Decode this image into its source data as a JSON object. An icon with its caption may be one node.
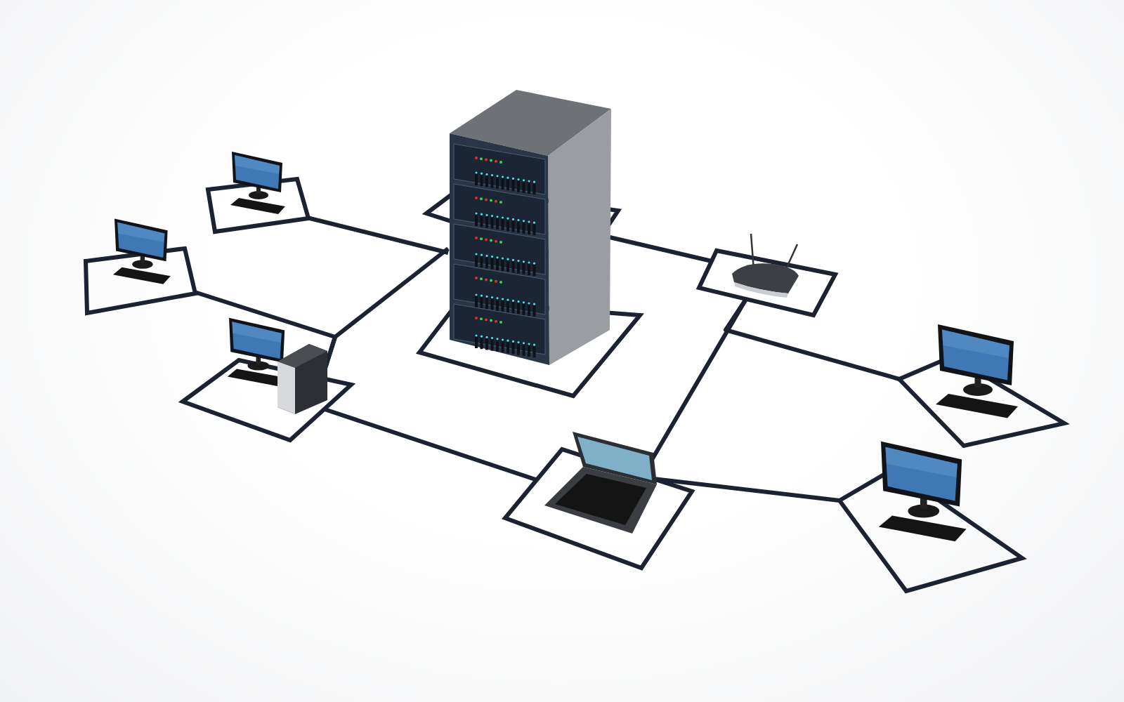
{
  "diagram": {
    "nodes": [
      {
        "text": [],
        "shape": "picture"
      },
      {
        "text": [],
        "shape": "picture"
      },
      {
        "text": [],
        "shape": "picture"
      },
      {
        "text": [],
        "shape": "picture"
      },
      {
        "text": [],
        "shape": "picture"
      },
      {
        "text": [],
        "shape": "picture"
      },
      {
        "text": [],
        "shape": "picture"
      },
      {
        "text": [],
        "shape": "picture"
      }
    ],
    "edges": [
      {
        "from": 2,
        "to": 0,
        "arrow": "none"
      },
      {
        "from": 4,
        "to": 0,
        "arrow": "none"
      },
      {
        "from": 3,
        "to": 4,
        "arrow": "none"
      },
      {
        "from": 4,
        "to": 5,
        "arrow": "none"
      },
      {
        "from": 0,
        "to": 1,
        "arrow": "none"
      },
      {
        "from": 1,
        "to": 5,
        "arrow": "none"
      },
      {
        "from": 1,
        "to": 6,
        "arrow": "none"
      },
      {
        "from": 5,
        "to": 7,
        "arrow": "none"
      }
    ]
  }
}
